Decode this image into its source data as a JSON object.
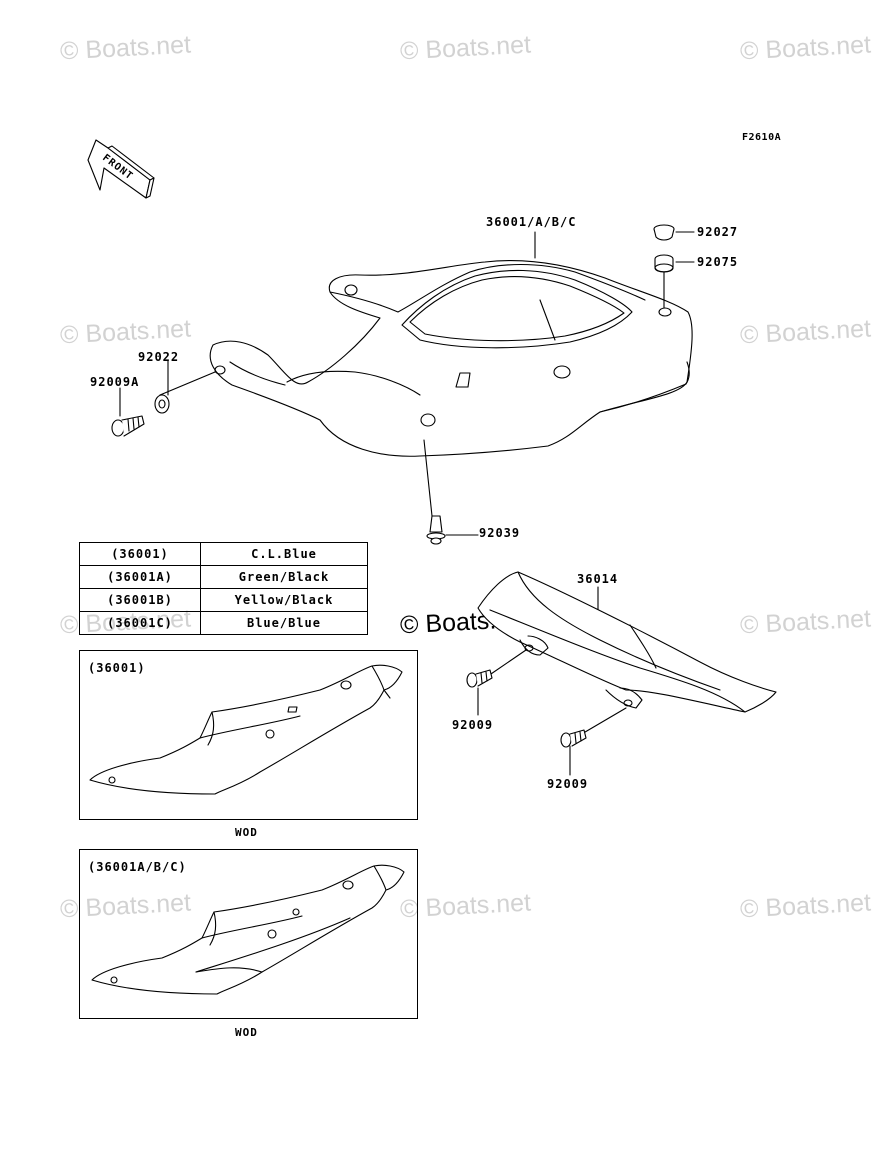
{
  "watermark": "© Boats.net",
  "figure_code": "F2610A",
  "front_label": "FRONT",
  "parts": {
    "seat_cover": "36001/A/B/C",
    "p92027": "92027",
    "p92075": "92075",
    "p92022": "92022",
    "p92009A": "92009A",
    "p92039": "92039",
    "p36014": "36014",
    "p92009_upper": "92009",
    "p92009_lower": "92009"
  },
  "color_table": [
    {
      "code": "(36001)",
      "color": "C.L.Blue"
    },
    {
      "code": "(36001A)",
      "color": "Green/Black"
    },
    {
      "code": "(36001B)",
      "color": "Yellow/Black"
    },
    {
      "code": "(36001C)",
      "color": "Blue/Blue"
    }
  ],
  "variant_boxes": [
    {
      "title": "(36001)",
      "caption": "WOD"
    },
    {
      "title": "(36001A/B/C)",
      "caption": "WOD"
    }
  ]
}
